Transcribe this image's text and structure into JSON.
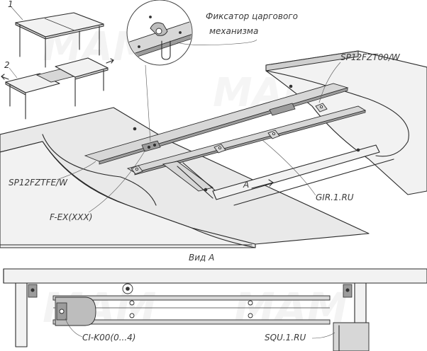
{
  "labels": {
    "step1": "1",
    "step2": "2",
    "lock_line1": "Фиксатор царгового",
    "lock_line2": "механизма",
    "insert_guide": "SP12FZT00/W",
    "side_guide": "SP12FZTFE/W",
    "stopper": "F-EX(XXX)",
    "bar": "GIR.1.RU",
    "direction": "A",
    "view_caption": "Вид А",
    "connector": "CI-K00(0...4)",
    "profile": "SQU.1.RU"
  },
  "watermark": "МАМ"
}
